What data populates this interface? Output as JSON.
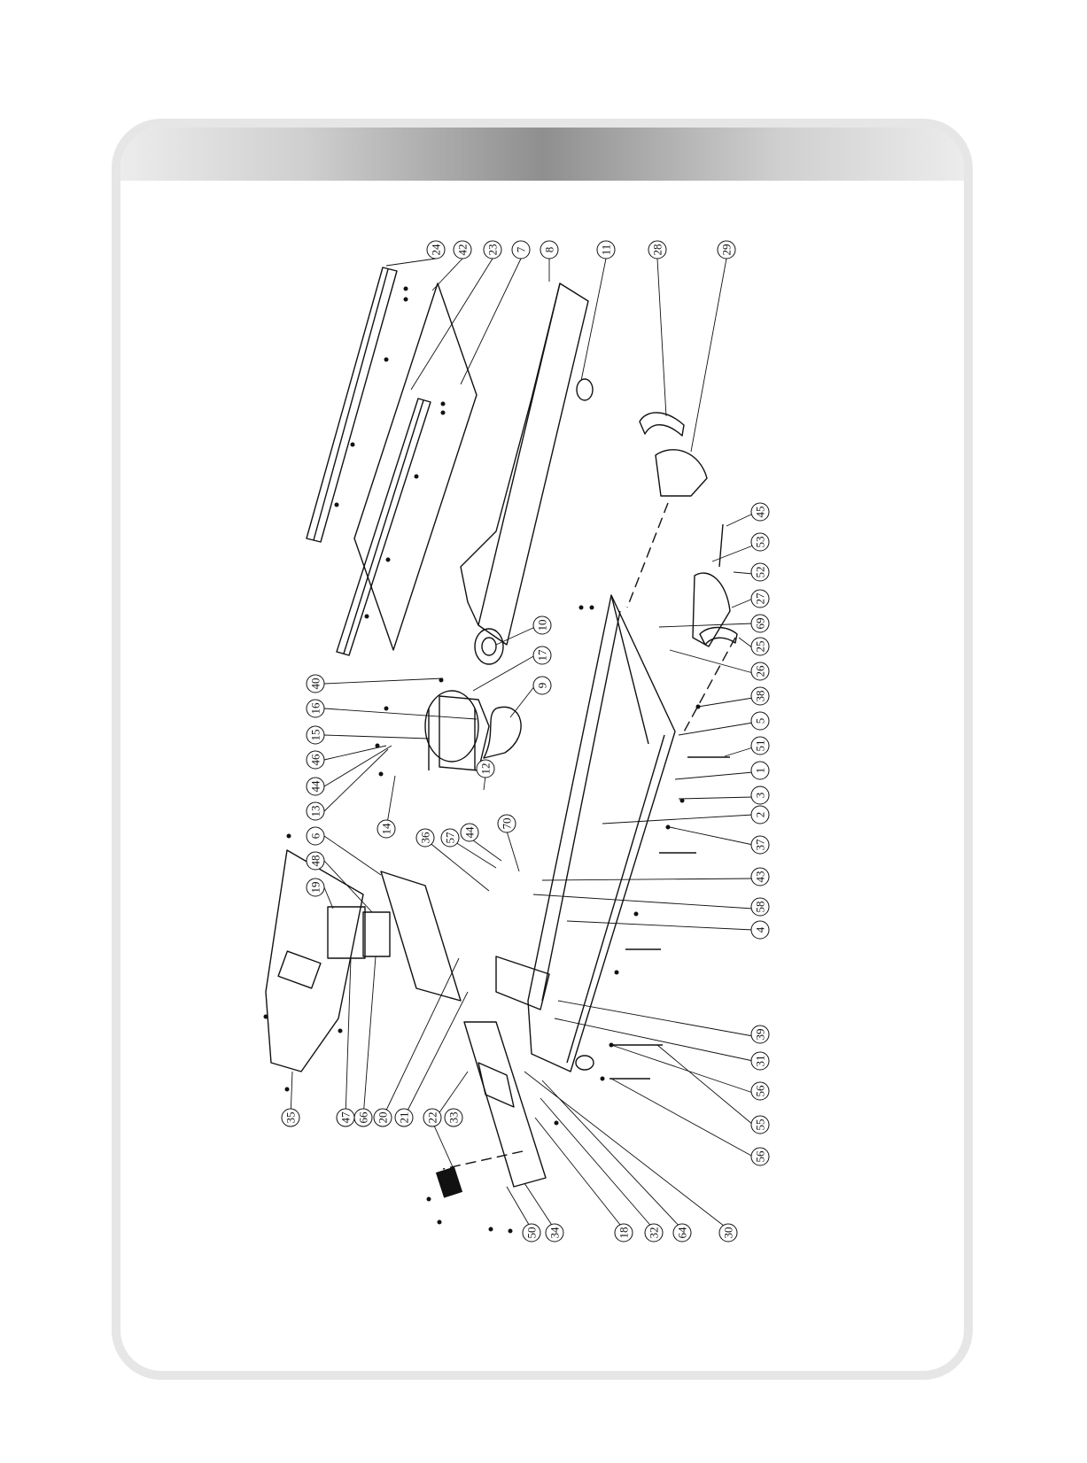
{
  "callouts_top": [
    "24",
    "42",
    "23",
    "7",
    "8",
    "11",
    "28",
    "29"
  ],
  "callouts_right": [
    "45",
    "53",
    "52",
    "27",
    "69",
    "25",
    "26",
    "38",
    "5",
    "51",
    "1",
    "3",
    "2",
    "37",
    "43",
    "58",
    "4",
    "39",
    "31",
    "56",
    "55",
    "56"
  ],
  "callouts_left": [
    "40",
    "16",
    "15",
    "46",
    "44",
    "13",
    "14",
    "6",
    "48",
    "19",
    "35",
    "47",
    "66",
    "20",
    "21",
    "33",
    "22",
    "50",
    "34"
  ],
  "callouts_mid": [
    "10",
    "17",
    "9",
    "12",
    "36",
    "57",
    "44",
    "70"
  ],
  "callouts_bottom": [
    "18",
    "32",
    "64",
    "30"
  ]
}
